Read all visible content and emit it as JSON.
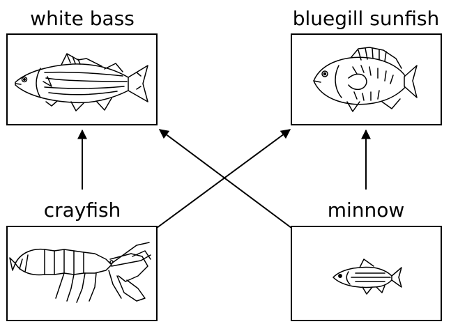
{
  "organisms": {
    "white_bass": "white bass",
    "bluegill": "bluegill sunfish",
    "crayfish": "crayfish",
    "minnow": "minnow"
  },
  "food_web": {
    "edges": [
      {
        "from": "crayfish",
        "to": "white bass"
      },
      {
        "from": "minnow",
        "to": "white bass"
      },
      {
        "from": "crayfish",
        "to": "bluegill sunfish"
      },
      {
        "from": "minnow",
        "to": "bluegill sunfish"
      }
    ]
  },
  "colors": {
    "ink": "#000000",
    "background": "#ffffff"
  }
}
